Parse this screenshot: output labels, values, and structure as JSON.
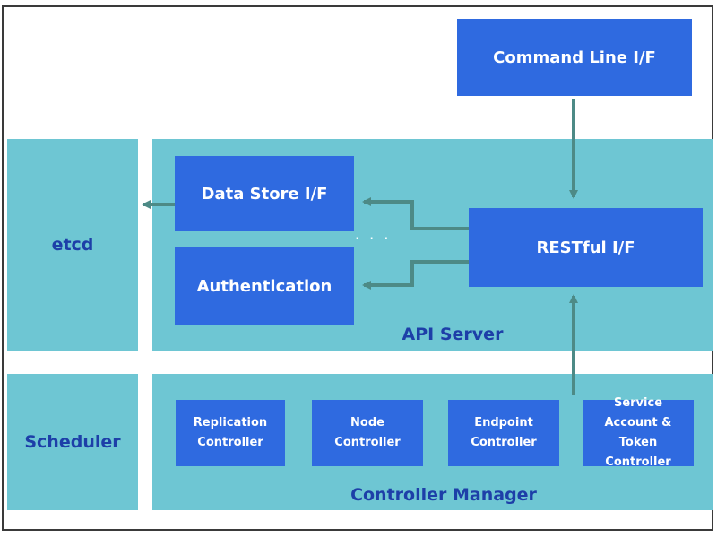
{
  "command_line": "Command Line I/F",
  "etcd": "etcd",
  "scheduler": "Scheduler",
  "api_server": {
    "title": "API Server",
    "data_store": "Data Store I/F",
    "authentication": "Authentication",
    "restful": "RESTful I/F",
    "ellipsis": "· · ·"
  },
  "controller_manager": {
    "title": "Controller Manager",
    "controllers": [
      "Replication Controller",
      "Node Controller",
      "Endpoint Controller",
      "Service Account & Token Controller"
    ]
  },
  "colors": {
    "panel": "#6ec6d3",
    "box": "#2f6ae0",
    "label": "#1d3fa8",
    "arrow": "#4d8a86"
  }
}
